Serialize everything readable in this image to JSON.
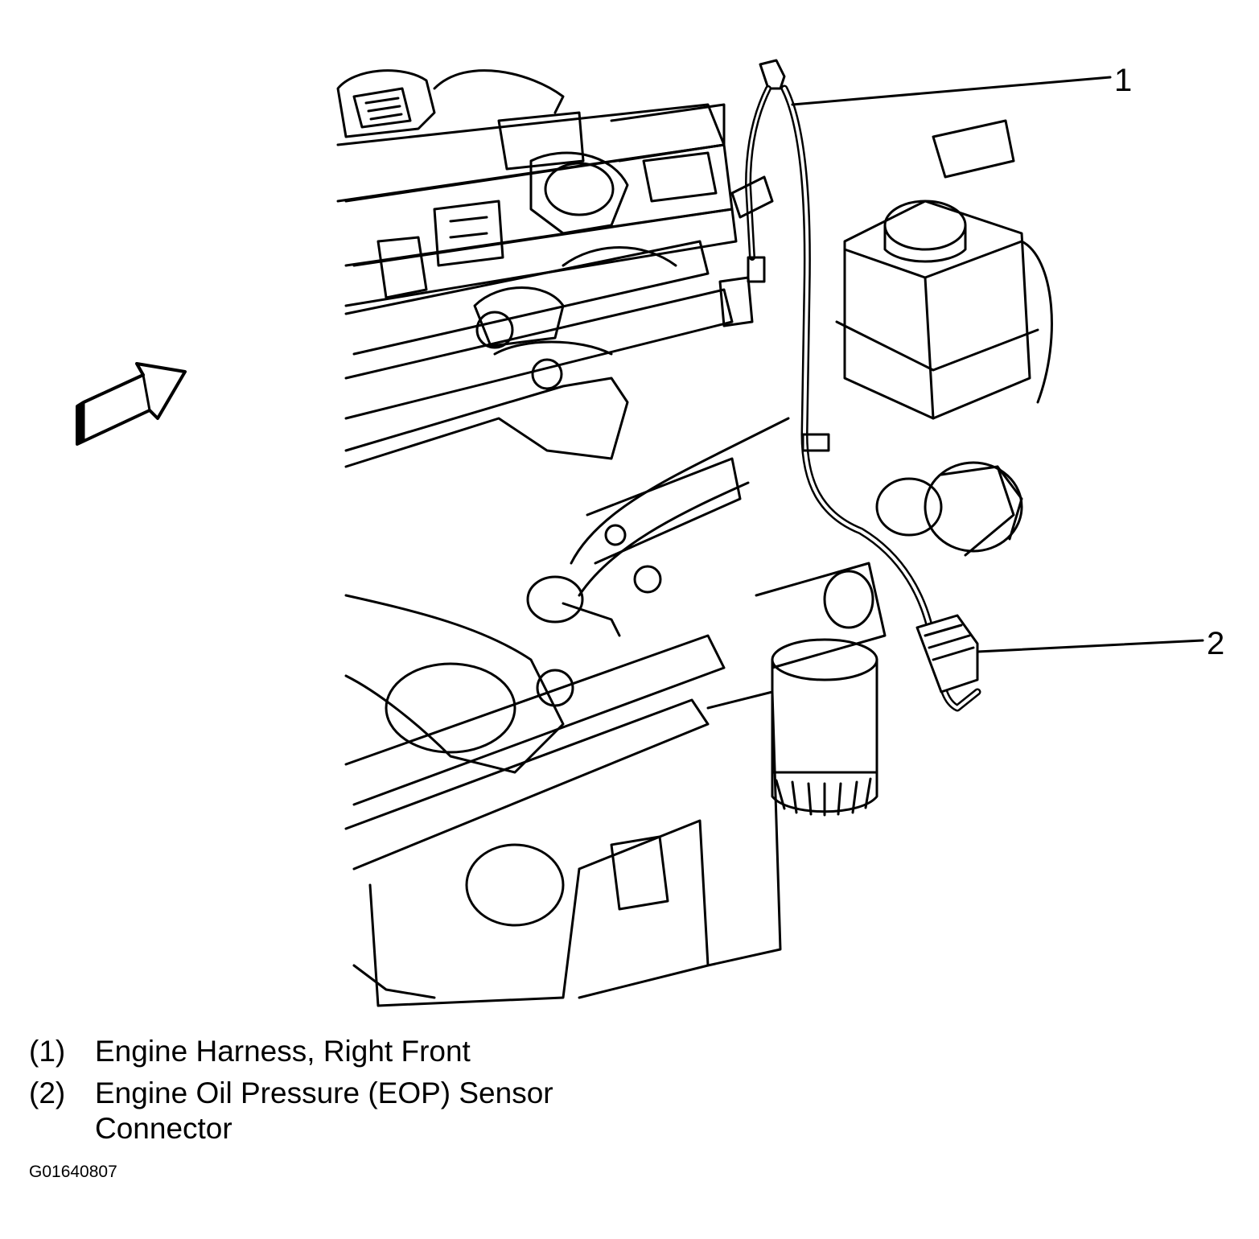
{
  "callouts": [
    {
      "number": "1"
    },
    {
      "number": "2"
    }
  ],
  "legend": [
    {
      "number": "(1)",
      "text": "Engine Harness, Right Front"
    },
    {
      "number": "(2)",
      "text": "Engine Oil Pressure (EOP) Sensor\nConnector"
    }
  ],
  "figure_id": "G01640807",
  "colors": {
    "ink": "#000000",
    "background": "#ffffff"
  },
  "icons": [
    "direction-arrow-icon"
  ]
}
